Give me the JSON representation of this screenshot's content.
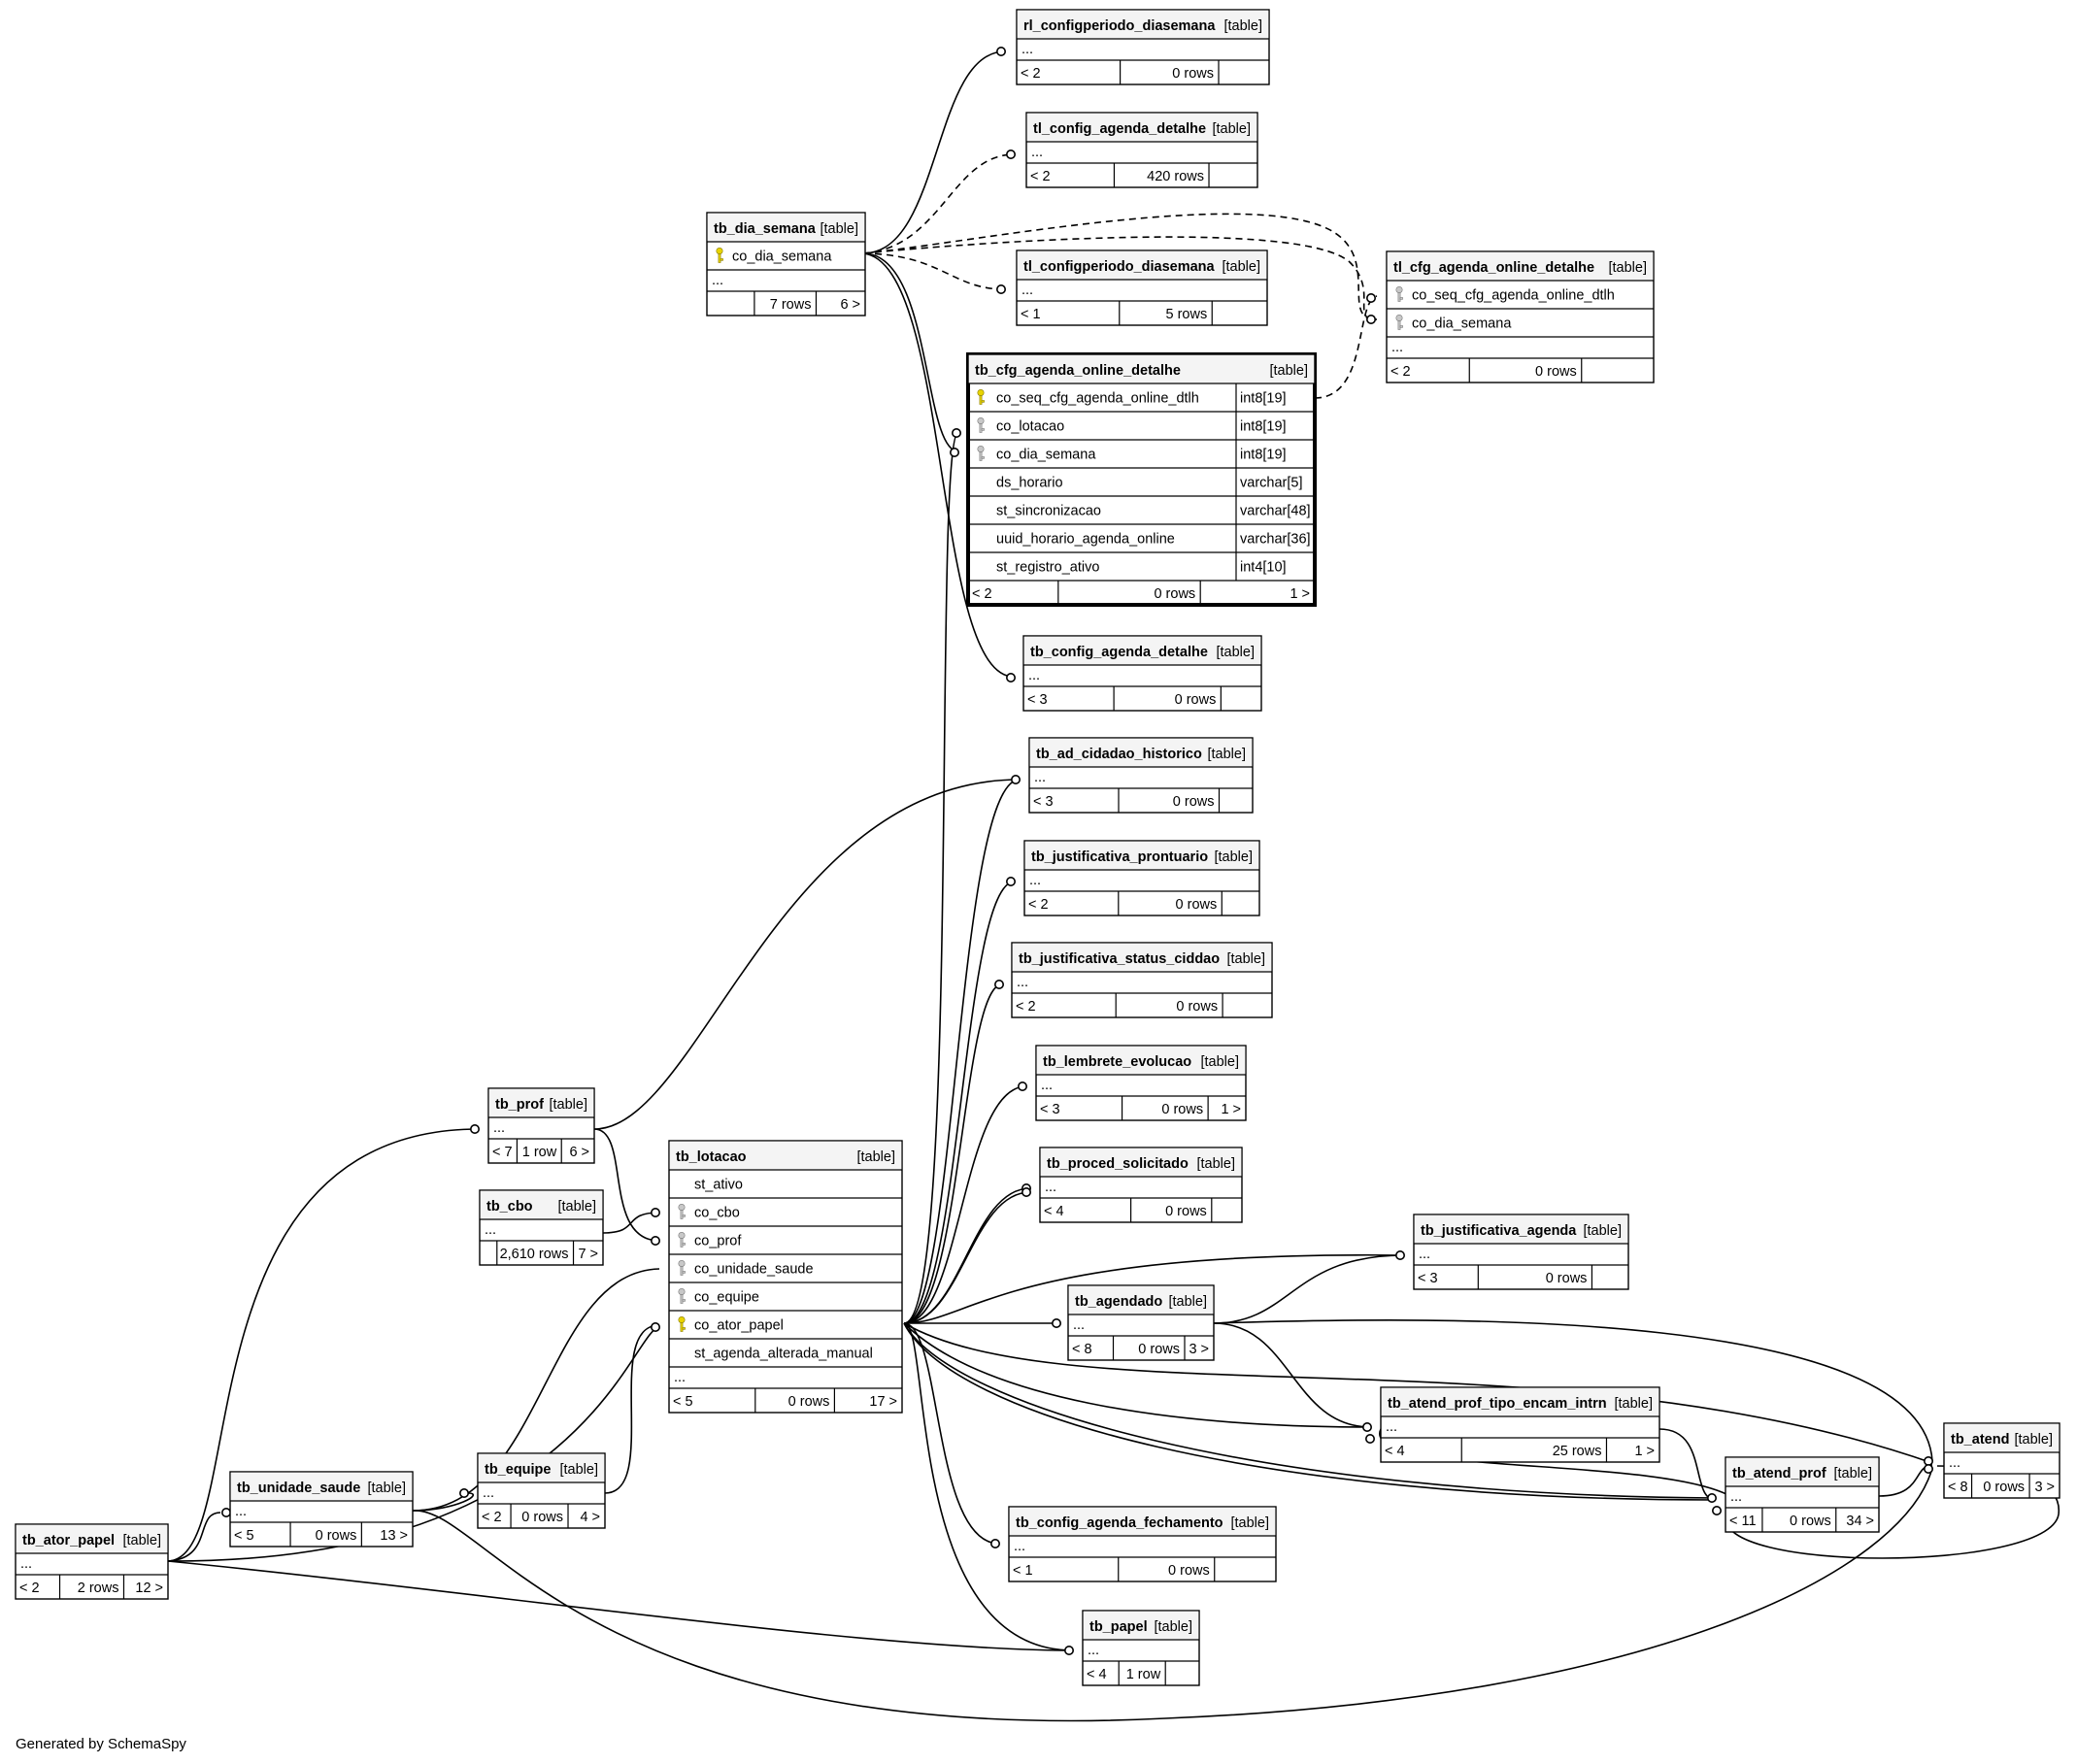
{
  "footer": "Generated by SchemaSpy",
  "tables": [
    {
      "id": "rl_configperiodo_diasemana",
      "name": "rl_configperiodo_diasemana",
      "kind": "[table]",
      "rows": [
        "..."
      ],
      "foot": [
        "< 2",
        "0 rows",
        ""
      ]
    },
    {
      "id": "tl_config_agenda_detalhe",
      "name": "tl_config_agenda_detalhe",
      "kind": "[table]",
      "rows": [
        "..."
      ],
      "foot": [
        "< 2",
        "420 rows",
        ""
      ]
    },
    {
      "id": "tb_dia_semana",
      "name": "tb_dia_semana",
      "kind": "[table]",
      "rows": [
        {
          "key": "pk",
          "text": "co_dia_semana"
        },
        "..."
      ],
      "foot": [
        "",
        "7 rows",
        "6 >"
      ]
    },
    {
      "id": "tl_configperiodo_diasemana",
      "name": "tl_configperiodo_diasemana",
      "kind": "[table]",
      "rows": [
        "..."
      ],
      "foot": [
        "< 1",
        "5 rows",
        ""
      ]
    },
    {
      "id": "tl_cfg_agenda_online_detalhe",
      "name": "tl_cfg_agenda_online_detalhe",
      "kind": "[table]",
      "rows": [
        {
          "key": "fk",
          "text": "co_seq_cfg_agenda_online_dtlh"
        },
        {
          "key": "fk",
          "text": "co_dia_semana"
        },
        "..."
      ],
      "foot": [
        "< 2",
        "0 rows",
        ""
      ]
    },
    {
      "id": "tb_cfg_agenda_online_detalhe",
      "name": "tb_cfg_agenda_online_detalhe",
      "kind": "[table]",
      "focus": true,
      "rows": [
        {
          "key": "pk",
          "text": "co_seq_cfg_agenda_online_dtlh",
          "type": "int8[19]"
        },
        {
          "key": "fk",
          "text": "co_lotacao",
          "type": "int8[19]"
        },
        {
          "key": "fk",
          "text": "co_dia_semana",
          "type": "int8[19]"
        },
        {
          "text": "ds_horario",
          "type": "varchar[5]"
        },
        {
          "text": "st_sincronizacao",
          "type": "varchar[48]"
        },
        {
          "text": "uuid_horario_agenda_online",
          "type": "varchar[36]"
        },
        {
          "text": "st_registro_ativo",
          "type": "int4[10]"
        }
      ],
      "foot": [
        "< 2",
        "0 rows",
        "1 >"
      ]
    },
    {
      "id": "tb_config_agenda_detalhe",
      "name": "tb_config_agenda_detalhe",
      "kind": "[table]",
      "rows": [
        "..."
      ],
      "foot": [
        "< 3",
        "0 rows",
        ""
      ]
    },
    {
      "id": "tb_ad_cidadao_historico",
      "name": "tb_ad_cidadao_historico",
      "kind": "[table]",
      "rows": [
        "..."
      ],
      "foot": [
        "< 3",
        "0 rows",
        ""
      ]
    },
    {
      "id": "tb_justificativa_prontuario",
      "name": "tb_justificativa_prontuario",
      "kind": "[table]",
      "rows": [
        "..."
      ],
      "foot": [
        "< 2",
        "0 rows",
        ""
      ]
    },
    {
      "id": "tb_justificativa_status_ciddao",
      "name": "tb_justificativa_status_ciddao",
      "kind": "[table]",
      "rows": [
        "..."
      ],
      "foot": [
        "< 2",
        "0 rows",
        ""
      ]
    },
    {
      "id": "tb_lembrete_evolucao",
      "name": "tb_lembrete_evolucao",
      "kind": "[table]",
      "rows": [
        "..."
      ],
      "foot": [
        "< 3",
        "0 rows",
        "1 >"
      ]
    },
    {
      "id": "tb_prof",
      "name": "tb_prof",
      "kind": "[table]",
      "rows": [
        "..."
      ],
      "foot": [
        "< 7",
        "1 row",
        "6 >"
      ]
    },
    {
      "id": "tb_proced_solicitado",
      "name": "tb_proced_solicitado",
      "kind": "[table]",
      "rows": [
        "..."
      ],
      "foot": [
        "< 4",
        "0 rows",
        ""
      ]
    },
    {
      "id": "tb_lotacao",
      "name": "tb_lotacao",
      "kind": "[table]",
      "rows": [
        {
          "text": "st_ativo"
        },
        {
          "key": "fk",
          "text": "co_cbo"
        },
        {
          "key": "fk",
          "text": "co_prof"
        },
        {
          "key": "fk",
          "text": "co_unidade_saude"
        },
        {
          "key": "fk",
          "text": "co_equipe"
        },
        {
          "key": "pk",
          "text": "co_ator_papel"
        },
        {
          "text": "st_agenda_alterada_manual"
        },
        "..."
      ],
      "foot": [
        "< 5",
        "0 rows",
        "17 >"
      ]
    },
    {
      "id": "tb_cbo",
      "name": "tb_cbo",
      "kind": "[table]",
      "rows": [
        "..."
      ],
      "foot": [
        "",
        "2,610 rows",
        "7 >"
      ]
    },
    {
      "id": "tb_justificativa_agenda",
      "name": "tb_justificativa_agenda",
      "kind": "[table]",
      "rows": [
        "..."
      ],
      "foot": [
        "< 3",
        "0 rows",
        ""
      ]
    },
    {
      "id": "tb_agendado",
      "name": "tb_agendado",
      "kind": "[table]",
      "rows": [
        "..."
      ],
      "foot": [
        "< 8",
        "0 rows",
        "3 >"
      ]
    },
    {
      "id": "tb_atend_prof_tipo_encam_intrn",
      "name": "tb_atend_prof_tipo_encam_intrn",
      "kind": "[table]",
      "rows": [
        "..."
      ],
      "foot": [
        "< 4",
        "25 rows",
        "1 >"
      ]
    },
    {
      "id": "tb_atend",
      "name": "tb_atend",
      "kind": "[table]",
      "rows": [
        "..."
      ],
      "foot": [
        "< 8",
        "0 rows",
        "3 >"
      ]
    },
    {
      "id": "tb_atend_prof",
      "name": "tb_atend_prof",
      "kind": "[table]",
      "rows": [
        "..."
      ],
      "foot": [
        "< 11",
        "0 rows",
        "34 >"
      ]
    },
    {
      "id": "tb_unidade_saude",
      "name": "tb_unidade_saude",
      "kind": "[table]",
      "rows": [
        "..."
      ],
      "foot": [
        "< 5",
        "0 rows",
        "13 >"
      ]
    },
    {
      "id": "tb_equipe",
      "name": "tb_equipe",
      "kind": "[table]",
      "rows": [
        "..."
      ],
      "foot": [
        "< 2",
        "0 rows",
        "4 >"
      ]
    },
    {
      "id": "tb_ator_papel",
      "name": "tb_ator_papel",
      "kind": "[table]",
      "rows": [
        "..."
      ],
      "foot": [
        "< 2",
        "2 rows",
        "12 >"
      ]
    },
    {
      "id": "tb_config_agenda_fechamento",
      "name": "tb_config_agenda_fechamento",
      "kind": "[table]",
      "rows": [
        "..."
      ],
      "foot": [
        "< 1",
        "0 rows",
        ""
      ]
    },
    {
      "id": "tb_papel",
      "name": "tb_papel",
      "kind": "[table]",
      "rows": [
        "..."
      ],
      "foot": [
        "< 4",
        "1 row",
        ""
      ]
    }
  ]
}
